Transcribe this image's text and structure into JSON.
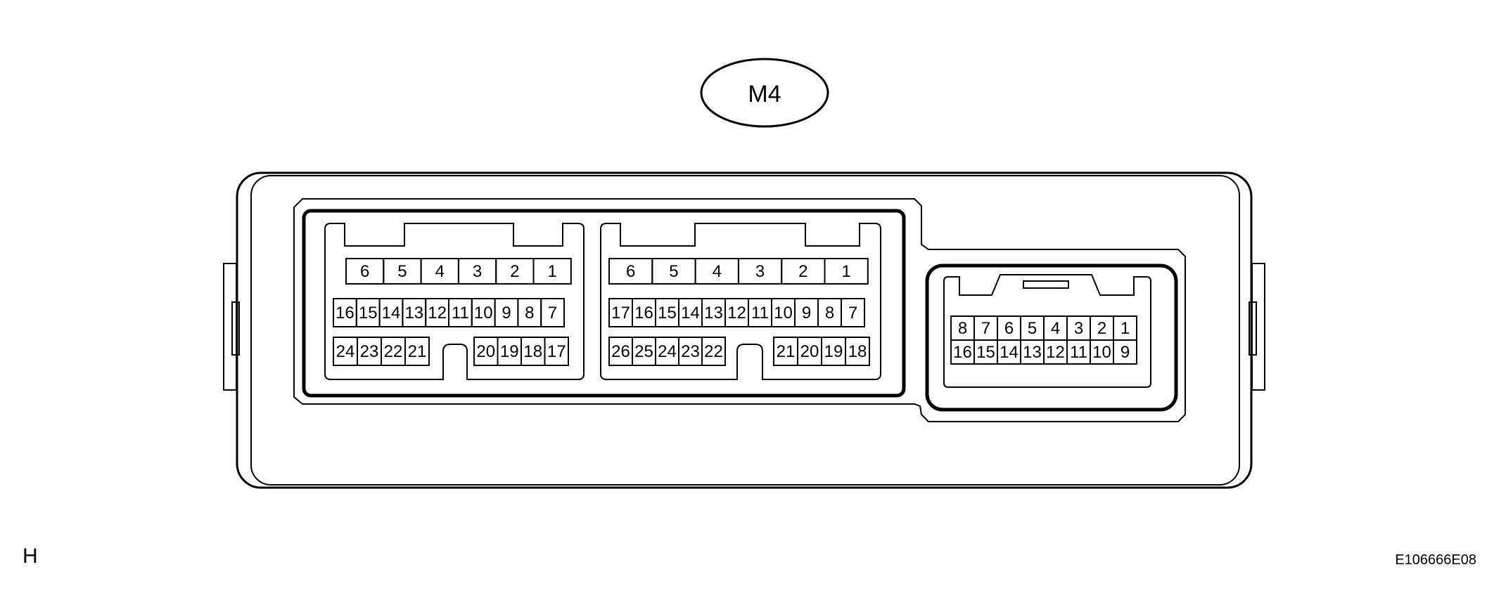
{
  "connector_id": "M4",
  "corner_letter": "H",
  "figure_code": "E106666E08",
  "connector_a": {
    "top_row": [
      "6",
      "5",
      "4",
      "3",
      "2",
      "1"
    ],
    "middle_row": [
      "16",
      "15",
      "14",
      "13",
      "12",
      "11",
      "10",
      "9",
      "8",
      "7"
    ],
    "bottom_left": [
      "24",
      "23",
      "22",
      "21"
    ],
    "bottom_right": [
      "20",
      "19",
      "18",
      "17"
    ]
  },
  "connector_b": {
    "top_row": [
      "6",
      "5",
      "4",
      "3",
      "2",
      "1"
    ],
    "middle_row": [
      "17",
      "16",
      "15",
      "14",
      "13",
      "12",
      "11",
      "10",
      "9",
      "8",
      "7"
    ],
    "bottom_left": [
      "26",
      "25",
      "24",
      "23",
      "22"
    ],
    "bottom_right": [
      "21",
      "20",
      "19",
      "18"
    ]
  },
  "connector_c": {
    "top_row": [
      "8",
      "7",
      "6",
      "5",
      "4",
      "3",
      "2",
      "1"
    ],
    "bottom_row": [
      "16",
      "15",
      "14",
      "13",
      "12",
      "11",
      "10",
      "9"
    ]
  }
}
